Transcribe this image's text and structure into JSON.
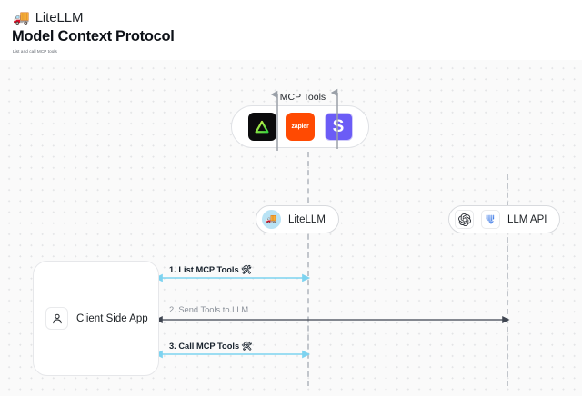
{
  "header": {
    "brand_logo_icon": "delivery-truck-icon",
    "brand_name": "LiteLLM",
    "title": "Model Context Protocol",
    "subtitle": "List and call MCP tools"
  },
  "canvas": {
    "background_color": "#fafafa",
    "dot_grid_color": "#e3e4e6"
  },
  "mcp_group": {
    "label": "MCP Tools",
    "tools": [
      {
        "name": "linear-tool-icon",
        "glyph": "triangle",
        "background": "#0b0b0d",
        "foreground": "#7ee03c"
      },
      {
        "name": "zapier-tool-icon",
        "label": "zapier",
        "background": "#ff4a02",
        "foreground": "#ffffff"
      },
      {
        "name": "slack-tool-icon",
        "label": "S",
        "background": "#6b5cf6",
        "foreground": "#ffffff"
      }
    ]
  },
  "nodes": [
    {
      "id": "litellm",
      "label": "LiteLLM",
      "icon": "litellm-truck-avatar"
    },
    {
      "id": "llm_api",
      "label": "LLM API",
      "icons": [
        "openai-icon",
        "anthropic-icon"
      ]
    }
  ],
  "client": {
    "label": "Client Side App",
    "icon": "user-icon"
  },
  "messages": [
    {
      "id": "msg-1",
      "label": "1. List MCP Tools 🛠",
      "color": "#16202b",
      "arrow_color": "#7dd3f0",
      "direction": "bidirectional"
    },
    {
      "id": "msg-2",
      "label": "2. Send Tools to LLM",
      "color": "#8a9099",
      "arrow_color": "#3f4550",
      "direction": "bidirectional"
    },
    {
      "id": "msg-3",
      "label": "3. Call MCP Tools 🛠",
      "color": "#16202b",
      "arrow_color": "#7dd3f0",
      "direction": "bidirectional"
    }
  ],
  "lifelines": [
    {
      "name": "litellm-lifeline",
      "color": "#c2c6cc"
    },
    {
      "name": "llm-api-lifeline",
      "color": "#c2c6cc"
    }
  ],
  "vertical_arrows": [
    {
      "name": "litellm-to-mcp-arrow",
      "direction": "up",
      "color": "#9aa0a8"
    },
    {
      "name": "mcp-to-litellm-arrow",
      "direction": "down",
      "color": "#9aa0a8"
    }
  ]
}
